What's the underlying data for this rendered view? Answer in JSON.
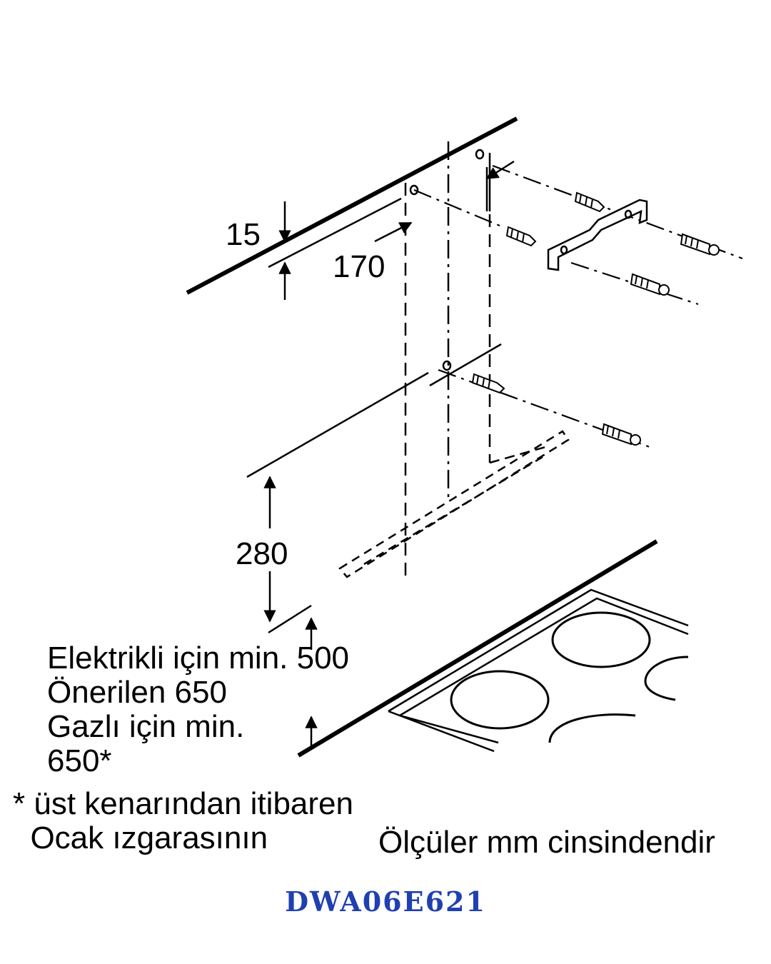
{
  "diagram": {
    "dimensions": {
      "top_offset": "15",
      "hole_offset": "170",
      "hood_height": "280"
    },
    "clearance_note": [
      "Elektrikli için min. 500",
      "Önerilen 650",
      "Gazlı için min.",
      "650*"
    ],
    "footnote": [
      "* üst kenarından itibaren",
      "  Ocak ızgarasının"
    ],
    "units_note": "Ölçüler mm cinsindendir"
  },
  "model": {
    "code": "DWA06E621",
    "color": "#2040b0"
  },
  "colors": {
    "line": "#000000",
    "background": "#ffffff"
  }
}
